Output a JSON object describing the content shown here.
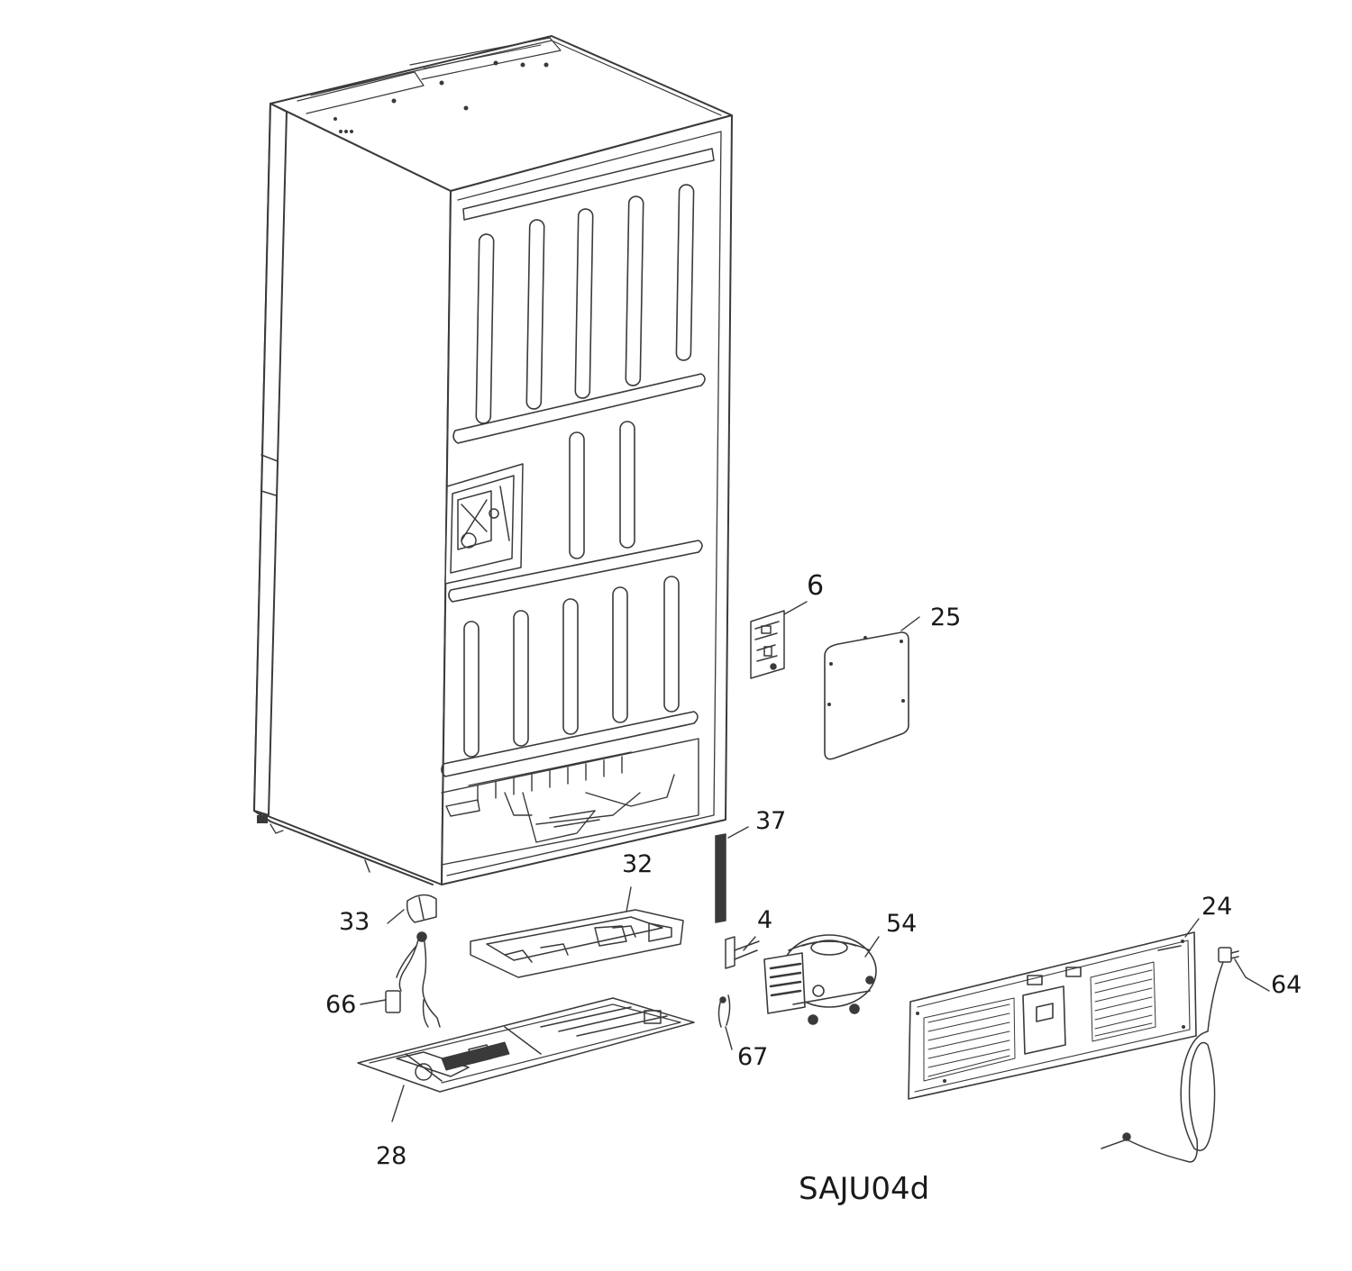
{
  "diagram": {
    "drawing_code": "SAJU04d",
    "callouts": {
      "c6": "6",
      "c25": "25",
      "c37": "37",
      "c32": "32",
      "c4": "4",
      "c54": "54",
      "c24": "24",
      "c64": "64",
      "c33": "33",
      "c66": "66",
      "c67": "67",
      "c28": "28"
    },
    "colors": {
      "line": "#3a3a3a",
      "background": "#ffffff"
    }
  }
}
